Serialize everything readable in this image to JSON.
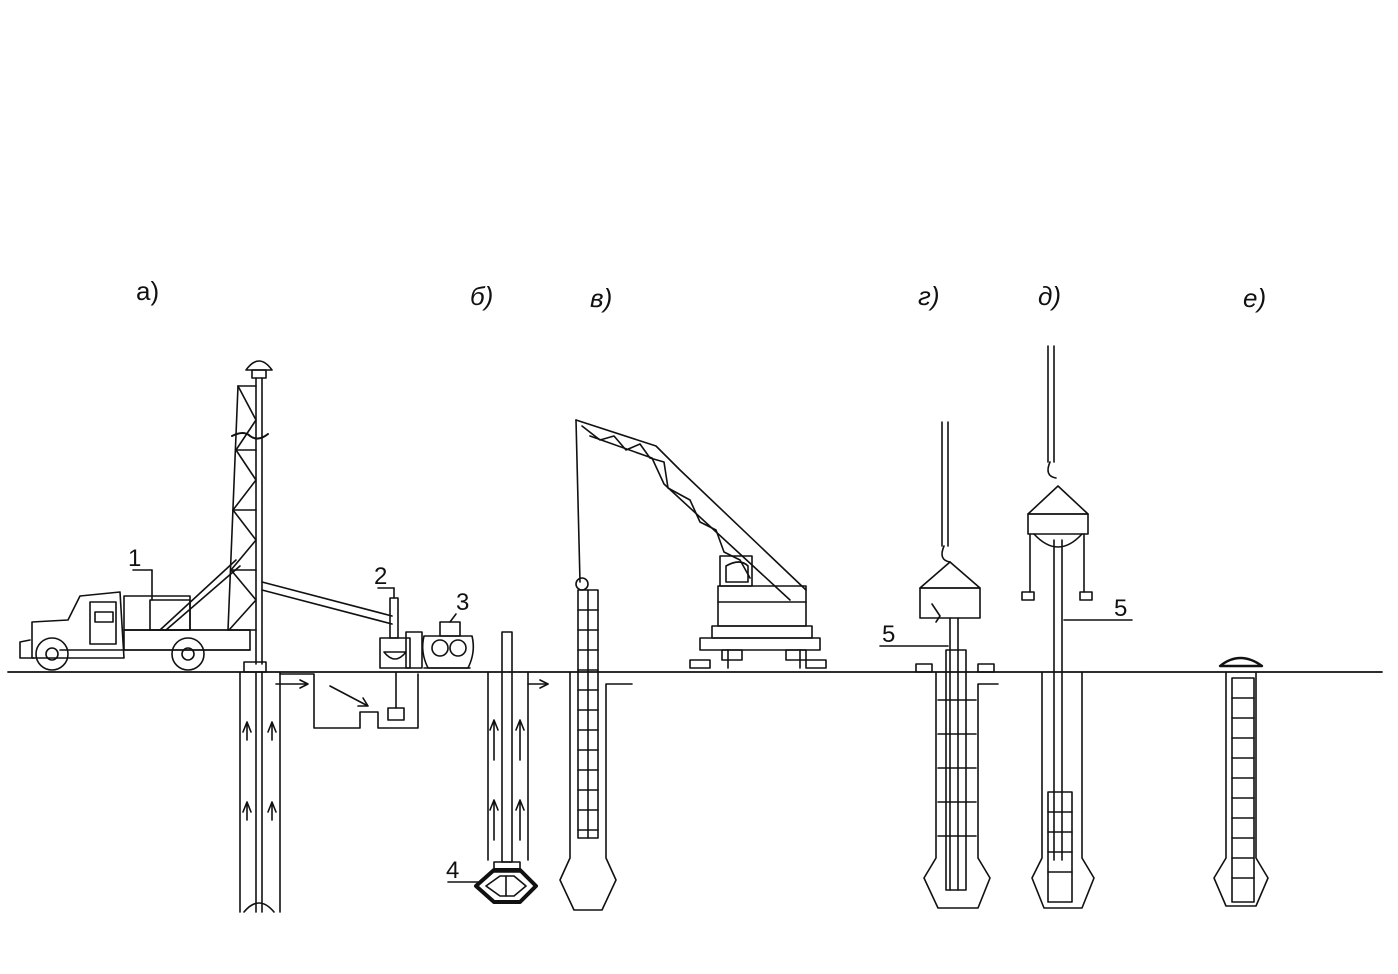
{
  "diagram": {
    "panel_labels": [
      "а)",
      "б)",
      "в)",
      "г)",
      "д)",
      "е)"
    ],
    "callouts": [
      "1",
      "2",
      "3",
      "4",
      "5",
      "5"
    ]
  },
  "colors": {
    "line": "#111111",
    "background": "#ffffff"
  }
}
